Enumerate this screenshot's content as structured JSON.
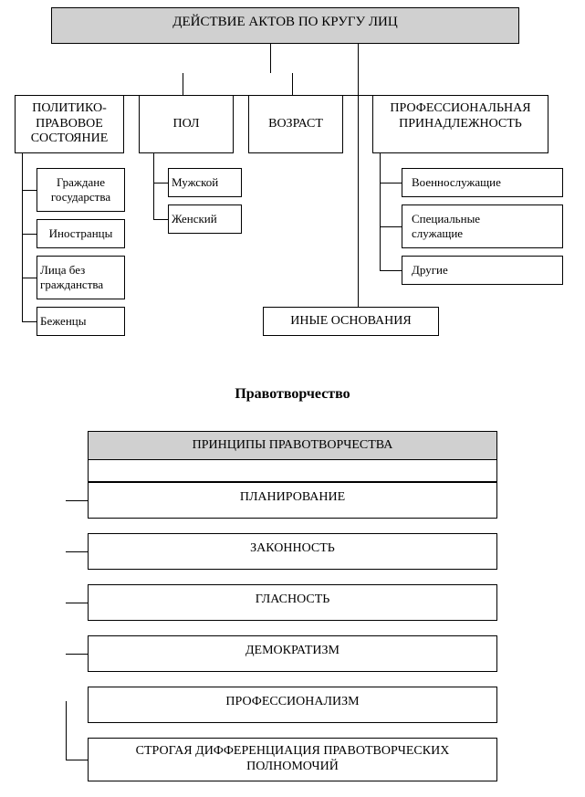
{
  "diagram1": {
    "title": "ДЕЙСТВИЕ АКТОВ ПО КРУГУ ЛИЦ",
    "branches": {
      "political": "ПОЛИТИКО-\nПРАВОВОЕ\nСОСТОЯНИЕ",
      "sex": "ПОЛ",
      "age": "ВОЗРАСТ",
      "professional": "ПРОФЕССИОНАЛЬНАЯ\nПРИНАДЛЕЖНОСТЬ",
      "other": "ИНЫЕ    ОСНОВАНИЯ"
    },
    "political_items": [
      "Граждане\nгосударства",
      "Иностранцы",
      "Лица без\nгражданства",
      "Беженцы"
    ],
    "sex_items": [
      "Мужской",
      "Женский"
    ],
    "professional_items": [
      "Военнослужащие",
      "Специальные\nслужащие",
      "Другие"
    ]
  },
  "section_heading": "Правотворчество",
  "diagram2": {
    "title": "ПРИНЦИПЫ ПРАВОТВОРЧЕСТВА",
    "principles": [
      "ПЛАНИРОВАНИЕ",
      "ЗАКОННОСТЬ",
      "ГЛАСНОСТЬ",
      "ДЕМОКРАТИЗМ",
      "ПРОФЕССИОНАЛИЗМ",
      "СТРОГАЯ ДИФФЕРЕНЦИАЦИЯ ПРАВОТВОРЧЕСКИХ\nПОЛНОМОЧИЙ"
    ]
  }
}
